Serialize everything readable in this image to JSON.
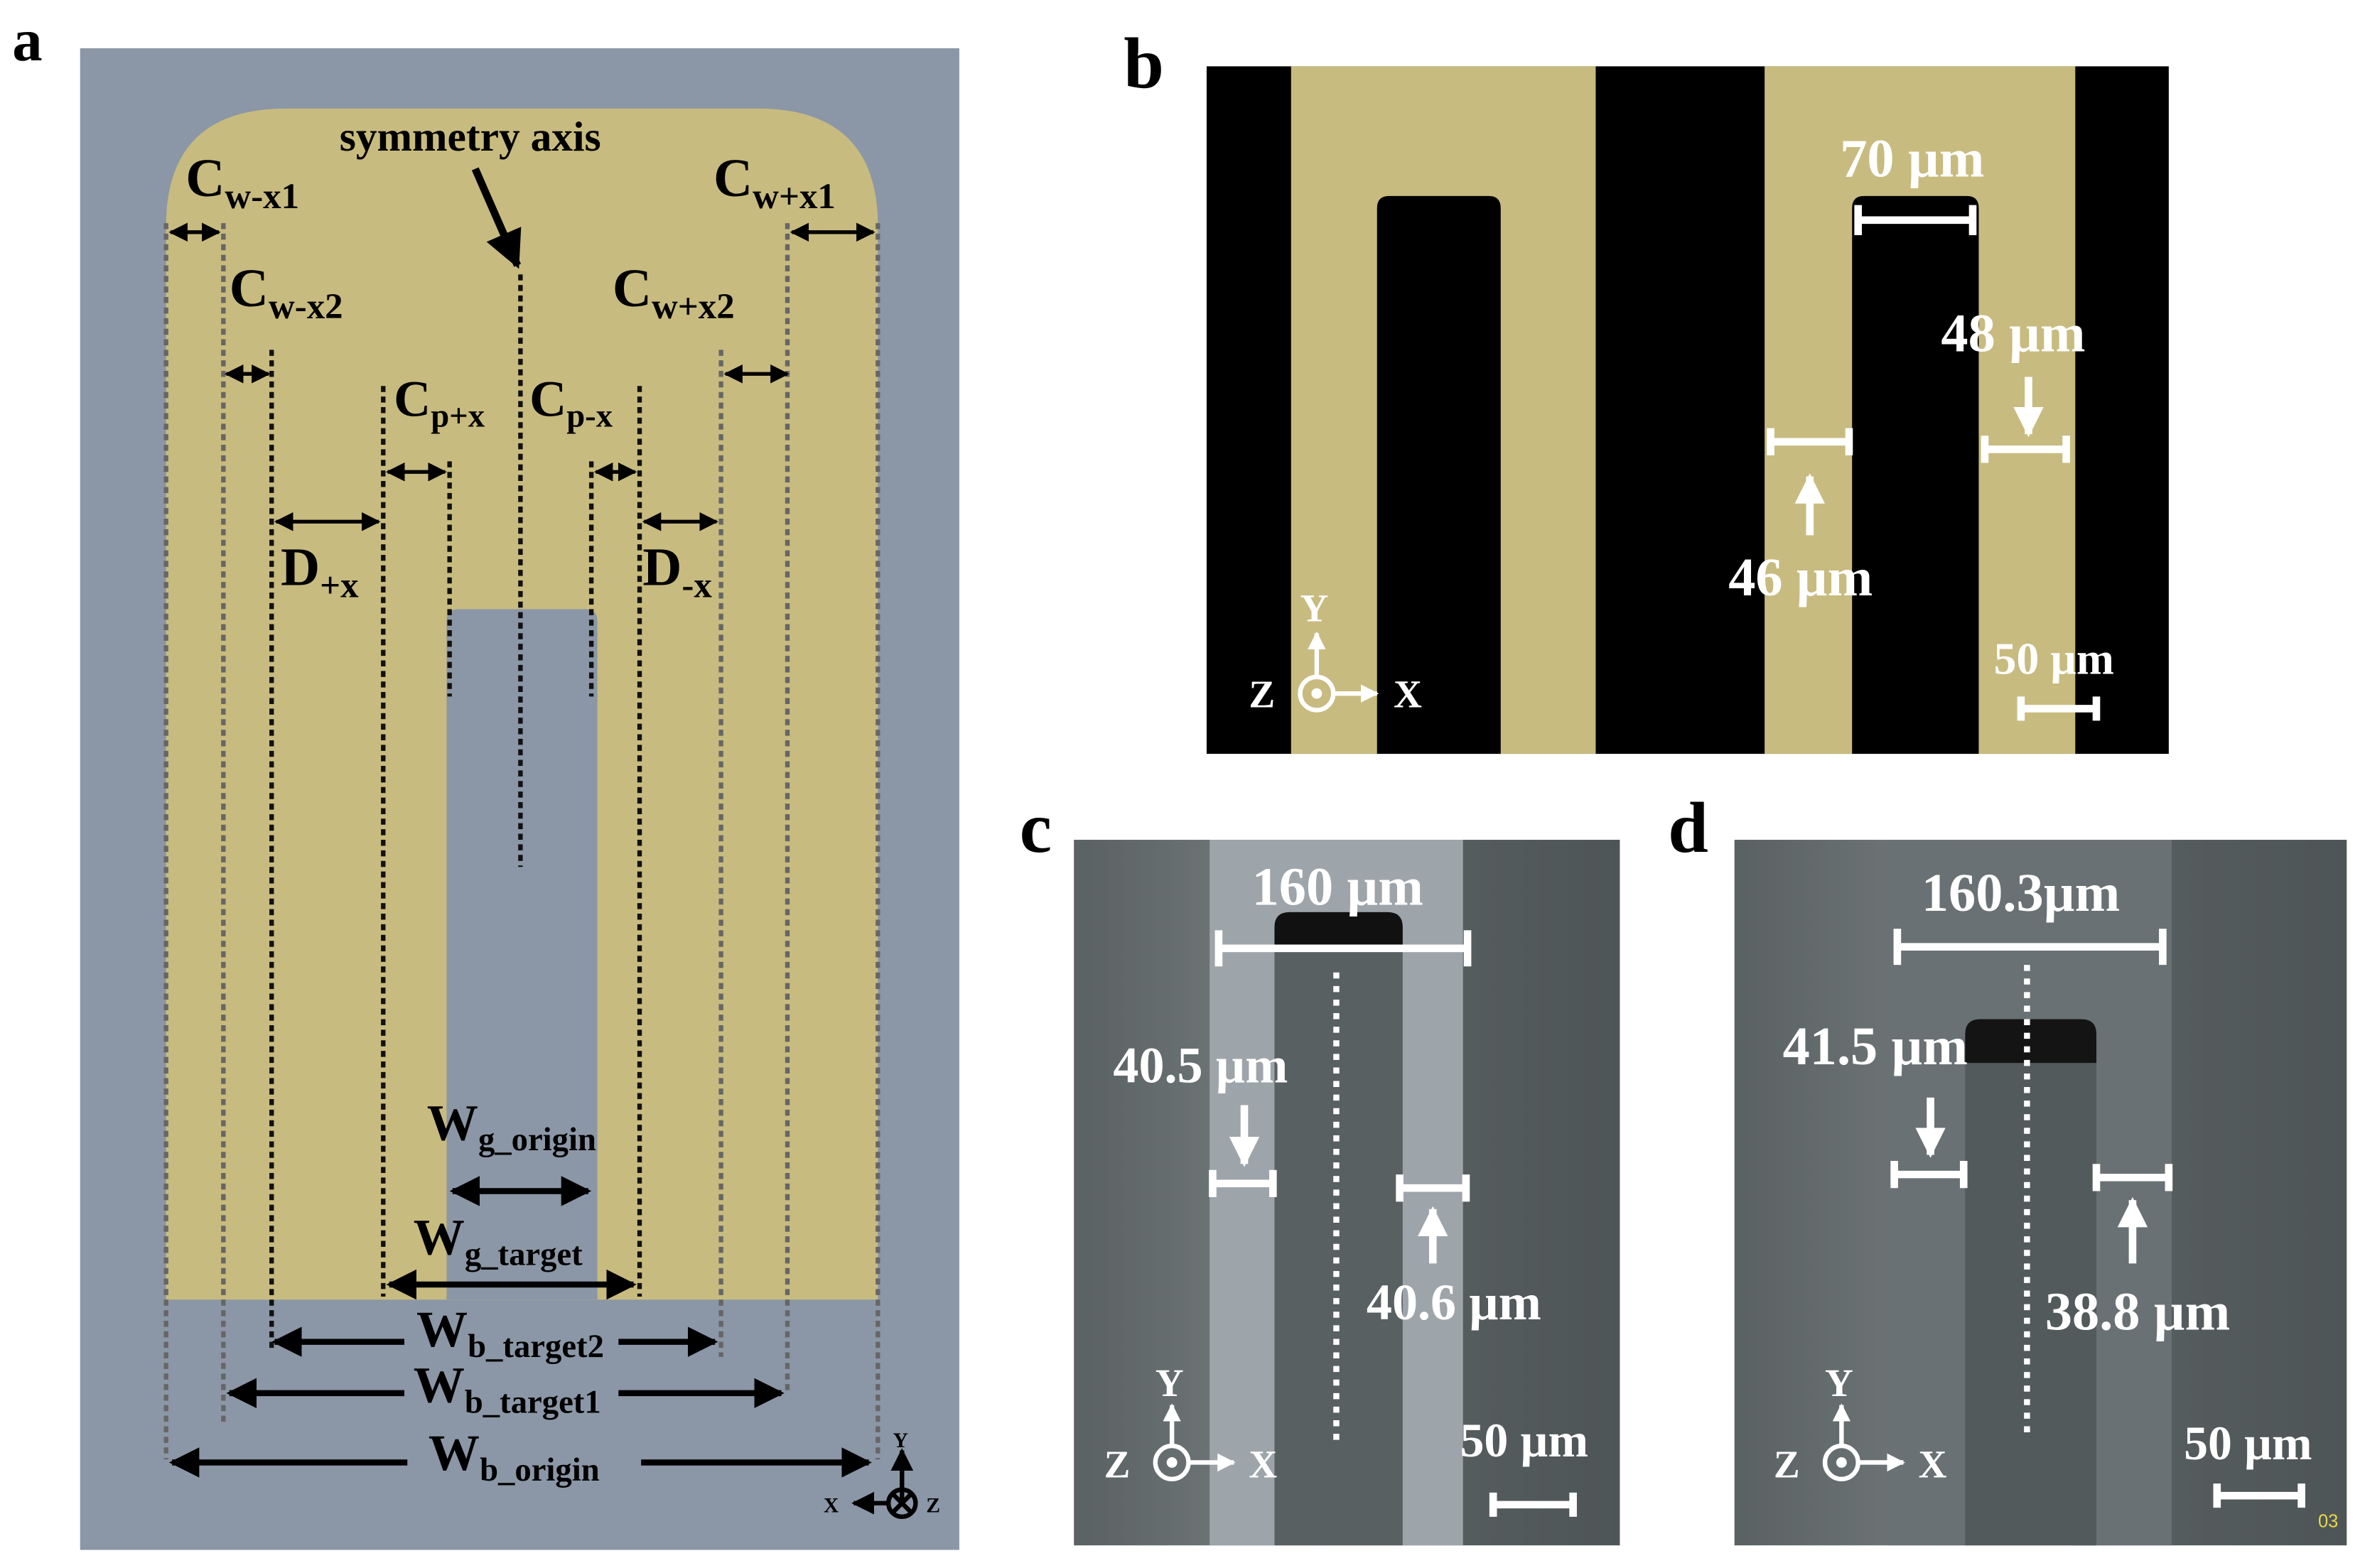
{
  "panel_letters": {
    "a": "a",
    "b": "b",
    "c": "c",
    "d": "d"
  },
  "colors": {
    "gold": "#c8bb7f",
    "slate": "#8b97a6",
    "black": "#000000",
    "sem_gray": "#5e6566",
    "sem_light": "#9aa1a6",
    "white": "#ffffff"
  },
  "panel_a": {
    "symmetry_axis": "symmetry axis",
    "labels": [
      {
        "main": "C",
        "sub": "w-x1"
      },
      {
        "main": "C",
        "sub": "w+x1"
      },
      {
        "main": "C",
        "sub": "w-x2"
      },
      {
        "main": "C",
        "sub": "w+x2"
      },
      {
        "main": "C",
        "sub": "p+x"
      },
      {
        "main": "C",
        "sub": "p-x"
      },
      {
        "main": "D",
        "sub": "+x"
      },
      {
        "main": "D",
        "sub": "-x"
      },
      {
        "main": "W",
        "sub": "g_origin"
      },
      {
        "main": "W",
        "sub": "g_target"
      },
      {
        "main": "W",
        "sub": "b_target2"
      },
      {
        "main": "W",
        "sub": "b_target1"
      },
      {
        "main": "W",
        "sub": "b_origin"
      }
    ],
    "axes": {
      "y": "Y",
      "x": "X",
      "z": "Z"
    }
  },
  "panel_b": {
    "top_width": "70 µm",
    "left_width": "46 µm",
    "right_width": "48 µm",
    "scale": "50 µm",
    "axes": {
      "y": "Y",
      "x": "X",
      "z": "Z"
    }
  },
  "panel_c": {
    "top_width": "160 µm",
    "left_width": "40.5 µm",
    "right_width": "40.6 µm",
    "scale": "50 µm",
    "axes": {
      "y": "Y",
      "x": "X",
      "z": "Z"
    }
  },
  "panel_d": {
    "top_width": "160.3µm",
    "left_width": "41.5 µm",
    "right_width": "38.8 µm",
    "scale": "50 µm",
    "corner_mark": "03",
    "axes": {
      "y": "Y",
      "x": "X",
      "z": "Z"
    }
  }
}
